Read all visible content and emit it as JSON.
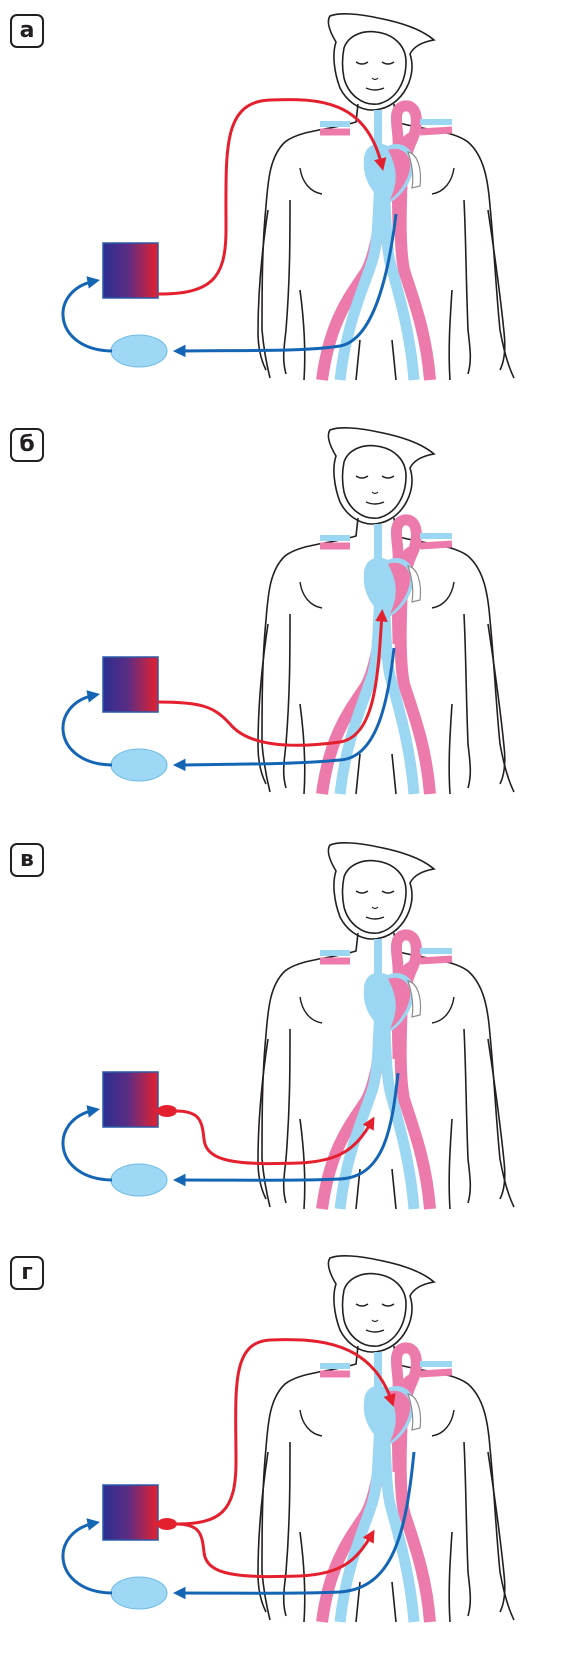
{
  "panels": [
    {
      "id": "a",
      "label": "а"
    },
    {
      "id": "b",
      "label": "б"
    },
    {
      "id": "v",
      "label": "в"
    },
    {
      "id": "g",
      "label": "г"
    }
  ],
  "colors": {
    "arterial": "#e5202e",
    "venous": "#1565b5",
    "vein_fill": "#9bd7f2",
    "artery_fill": "#ec7bac",
    "oxygenator_dark": "#2b2e8f",
    "pump": "#9fd8f5",
    "outline": "#231f20"
  },
  "icons": [
    "oxygenator-icon",
    "pump-icon",
    "human-figure-icon"
  ]
}
